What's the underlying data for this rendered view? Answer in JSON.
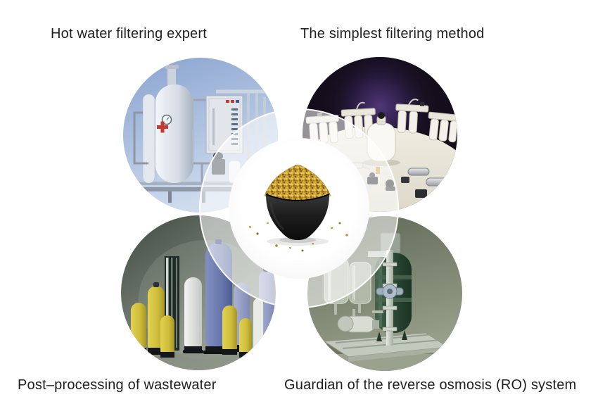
{
  "page": {
    "bg_color": "#ffffff",
    "text_color": "#1f1f1f"
  },
  "captions": {
    "top_left": "Hot water filtering expert",
    "top_right": "The simplest filtering method",
    "bottom_left": "Post–processing of wastewater",
    "bottom_right": "Guardian of the reverse osmosis (RO) system"
  },
  "photos": {
    "top_left": "hot-water-filtration-equipment",
    "top_right": "filter-housing-collection",
    "bottom_left": "frp-tank-lineup",
    "bottom_right": "ro-system-skid",
    "center": "bowl-of-golden-filter-media"
  },
  "colors": {
    "photo_top_left_bg": "#9db3d9",
    "photo_top_right_bg": "#140e1c",
    "photo_bottom_left_bg": "#6b746a",
    "photo_bottom_right_bg": "#7b8470",
    "filter_media_gold": "#c49a2c",
    "bowl_black": "#161616"
  }
}
